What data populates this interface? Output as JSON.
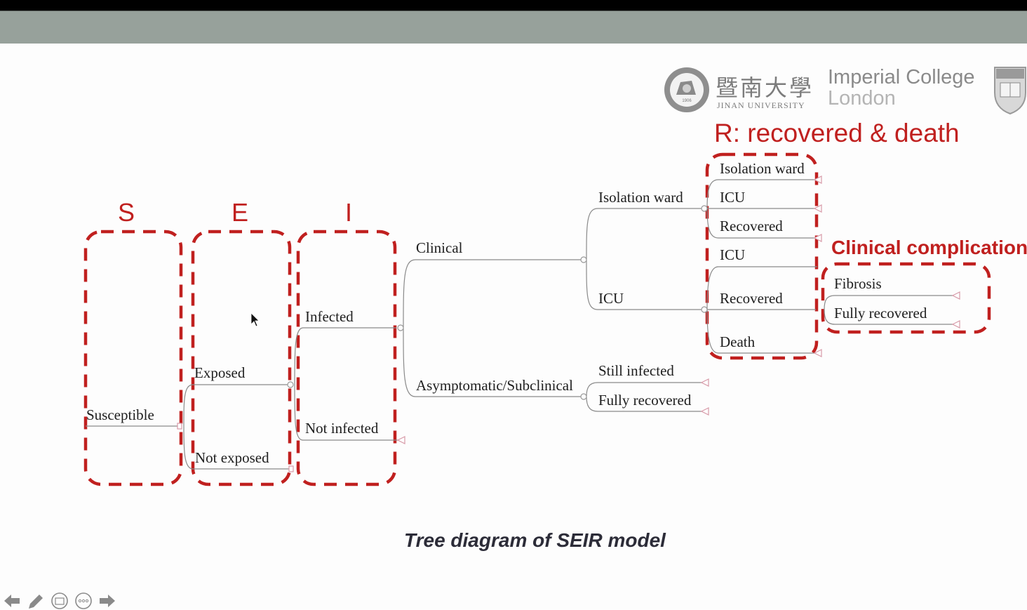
{
  "slide": {
    "caption": "Tree diagram of SEIR model",
    "colors": {
      "accent": "#c0201f",
      "line": "#888888",
      "text": "#1e1e1e",
      "caption": "#2c2c38"
    }
  },
  "logos": {
    "jinan_cn": "暨南大學",
    "jinan_en": "JINAN UNIVERSITY",
    "jinan_seal_year": "1906",
    "imperial_line1": "Imperial College",
    "imperial_line2": "London"
  },
  "stages": {
    "S": "S",
    "E": "E",
    "I": "I",
    "R": "R: recovered & death",
    "complication": "Clinical complication"
  },
  "nodes": {
    "susceptible": "Susceptible",
    "exposed": "Exposed",
    "not_exposed": "Not exposed",
    "infected": "Infected",
    "not_infected": "Not infected",
    "clinical": "Clinical",
    "asymptomatic": "Asymptomatic/Subclinical",
    "isolation_ward": "Isolation ward",
    "icu": "ICU",
    "still_infected": "Still infected",
    "fully_recovered": "Fully recovered",
    "iw_isolation_ward": "Isolation ward",
    "iw_icu": "ICU",
    "iw_recovered": "Recovered",
    "icu_icu": "ICU",
    "icu_recovered": "Recovered",
    "icu_death": "Death",
    "fibrosis": "Fibrosis",
    "comp_fully_recovered": "Fully recovered"
  },
  "toolbar": {
    "prev": "arrow-left-icon",
    "pen": "pencil-icon",
    "slides": "slides-icon",
    "more": "more-icon",
    "next": "arrow-right-icon"
  }
}
